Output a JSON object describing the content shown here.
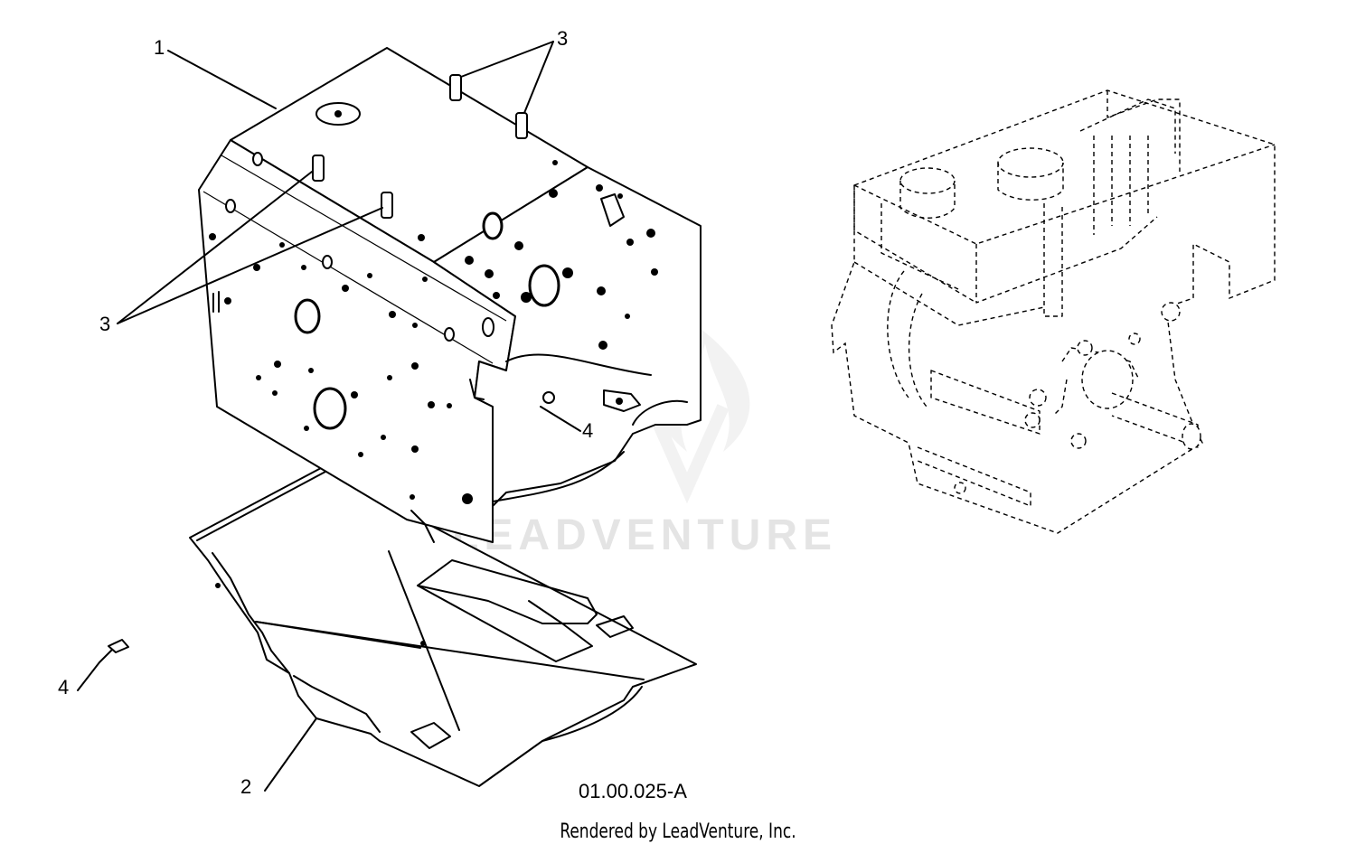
{
  "diagram": {
    "callouts": {
      "c1": "1",
      "c2": "2",
      "c3_top": "3",
      "c3_left": "3",
      "c4_right": "4",
      "c4_left": "4"
    },
    "code": "01.00.025-A",
    "watermark": "LEADVENTURE",
    "footer": "Rendered by LeadVenture, Inc."
  }
}
